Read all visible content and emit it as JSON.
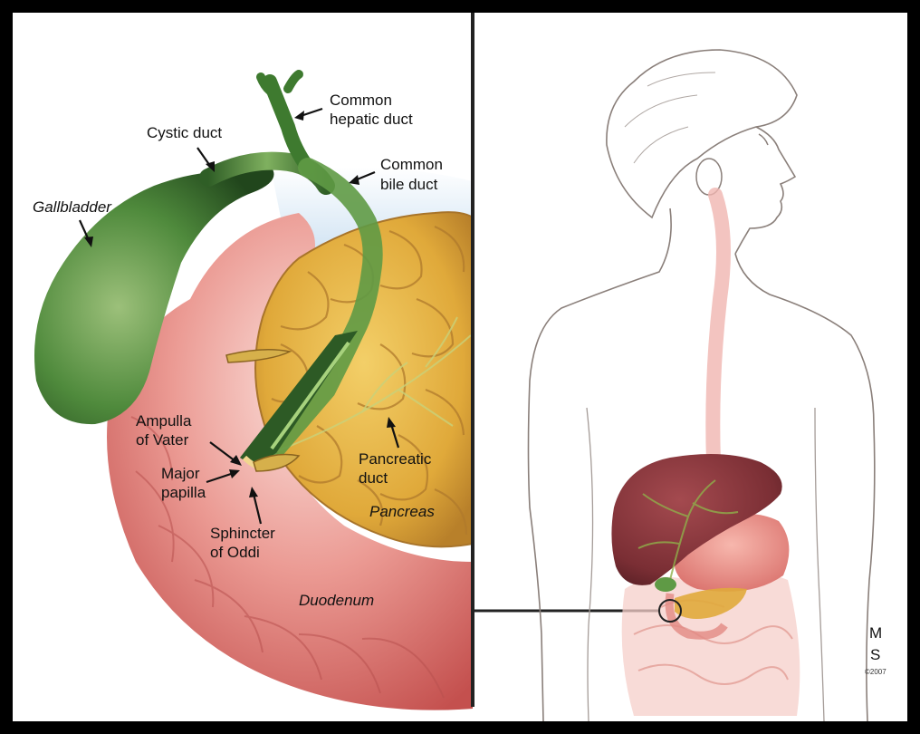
{
  "labels": {
    "common_hepatic_duct": [
      "Common",
      "hepatic duct"
    ],
    "cystic_duct": [
      "Cystic duct"
    ],
    "common_bile_duct": [
      "Common",
      "bile duct"
    ],
    "gallbladder": [
      "Gallbladder"
    ],
    "ampulla_of_vater": [
      "Ampulla",
      "of Vater"
    ],
    "major_papilla": [
      "Major",
      "papilla"
    ],
    "pancreatic_duct": [
      "Pancreatic",
      "duct"
    ],
    "pancreas": [
      "Pancreas"
    ],
    "sphincter_of_oddi": [
      "Sphincter",
      "of Oddi"
    ],
    "duodenum": [
      "Duodenum"
    ]
  },
  "signature": {
    "initials_top": "M",
    "initials_bottom": "S",
    "copyright": "©2007"
  },
  "colors": {
    "border": "#000000",
    "background": "#ffffff",
    "gallbladder": "#3f7a32",
    "pancreas": "#e2ad3c",
    "duodenum": "#e27a78",
    "liver": "#7a2e34",
    "skin_outline": "#8a7f7a"
  }
}
